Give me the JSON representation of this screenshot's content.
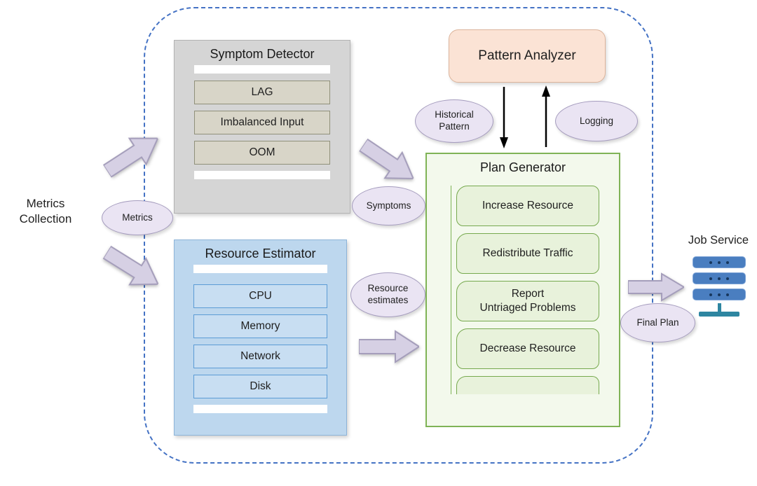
{
  "labels": {
    "metrics_collection": "Metrics\nCollection",
    "job_service": "Job Service"
  },
  "nodes": {
    "metrics": "Metrics",
    "historical_pattern": "Historical\nPattern",
    "logging": "Logging",
    "symptoms": "Symptoms",
    "resource_estimates": "Resource\nestimates",
    "final_plan": "Final Plan"
  },
  "symptom_detector": {
    "title": "Symptom Detector",
    "items": [
      "LAG",
      "Imbalanced Input",
      "OOM"
    ]
  },
  "resource_estimator": {
    "title": "Resource Estimator",
    "items": [
      "CPU",
      "Memory",
      "Network",
      "Disk"
    ]
  },
  "pattern_analyzer": {
    "title": "Pattern Analyzer"
  },
  "plan_generator": {
    "title": "Plan Generator",
    "items": [
      "Increase Resource",
      "Redistribute Traffic",
      "Report\nUntriaged Problems",
      "Decrease Resource"
    ]
  },
  "colors": {
    "boundary_dash": "#4472c4",
    "symptom_detector_fill": "#d5d5d5",
    "symptom_item_fill": "#d8d5c8",
    "resource_estimator_fill": "#bdd7ee",
    "resource_item_border": "#5b9bd5",
    "pattern_analyzer_fill": "#fbe3d5",
    "plan_generator_border": "#7fb356",
    "plan_item_fill": "#e8f2db",
    "ellipse_fill": "#eae4f3",
    "block_arrow_fill": "#d6d0e4",
    "server_fill": "#4a7ec0",
    "server_stand": "#2e86a1"
  }
}
